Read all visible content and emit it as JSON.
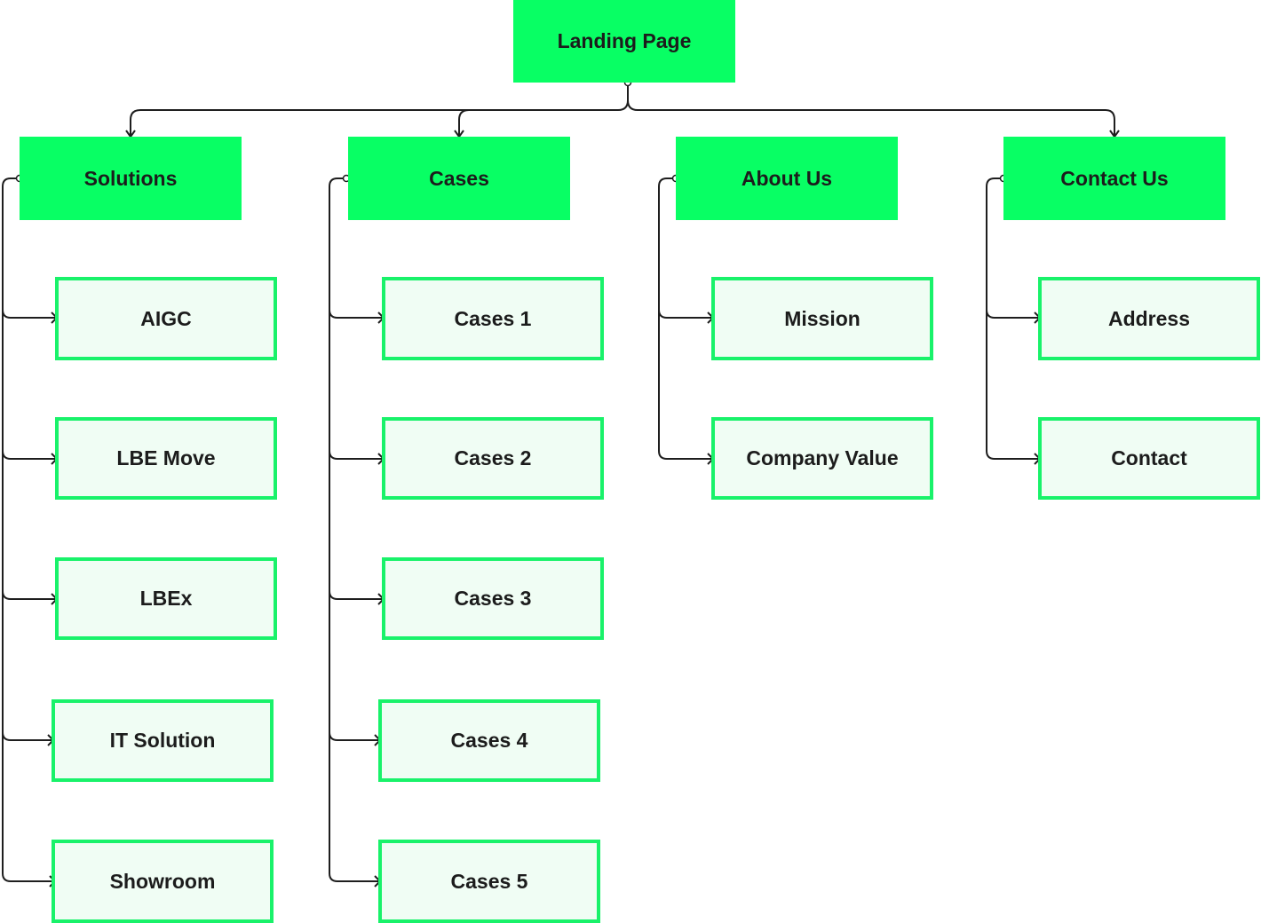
{
  "root": {
    "label": "Landing Page"
  },
  "sections": [
    {
      "label": "Solutions",
      "children": [
        "AIGC",
        "LBE Move",
        "LBEx",
        "IT Solution",
        "Showroom"
      ]
    },
    {
      "label": "Cases",
      "children": [
        "Cases 1",
        "Cases 2",
        "Cases 3",
        "Cases 4",
        "Cases 5"
      ]
    },
    {
      "label": "About Us",
      "children": [
        "Mission",
        "Company Value"
      ]
    },
    {
      "label": "Contact Us",
      "children": [
        "Address",
        "Contact"
      ]
    }
  ],
  "colors": {
    "primary_fill": "#08ff64",
    "child_fill": "#f0fdf4",
    "child_border": "#19f26a",
    "connector": "#1e1e1e",
    "text": "#1c1c1c"
  }
}
